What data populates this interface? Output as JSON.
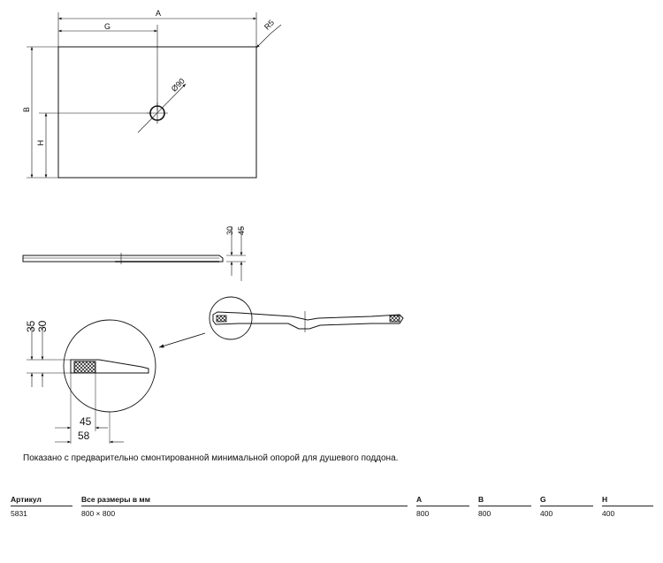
{
  "drawing_labels": {
    "A": "A",
    "G": "G",
    "R5": "R5",
    "diameter": "Ø90",
    "B": "B",
    "H": "H",
    "d30_side": "30",
    "d45_side": "45",
    "d35_detail": "35",
    "d30_detail": "30",
    "d45_detail": "45",
    "d58_detail": "58"
  },
  "caption": "Показано с предварительно смонтированной минимальной опорой для душевого поддона.",
  "table": {
    "headers": {
      "article": "Артикул",
      "dims": "Все размеры в мм",
      "A": "A",
      "B": "B",
      "G": "G",
      "H": "H"
    },
    "row": {
      "article": "5831",
      "dims": "800 × 800",
      "A": "800",
      "B": "800",
      "G": "400",
      "H": "400"
    }
  }
}
